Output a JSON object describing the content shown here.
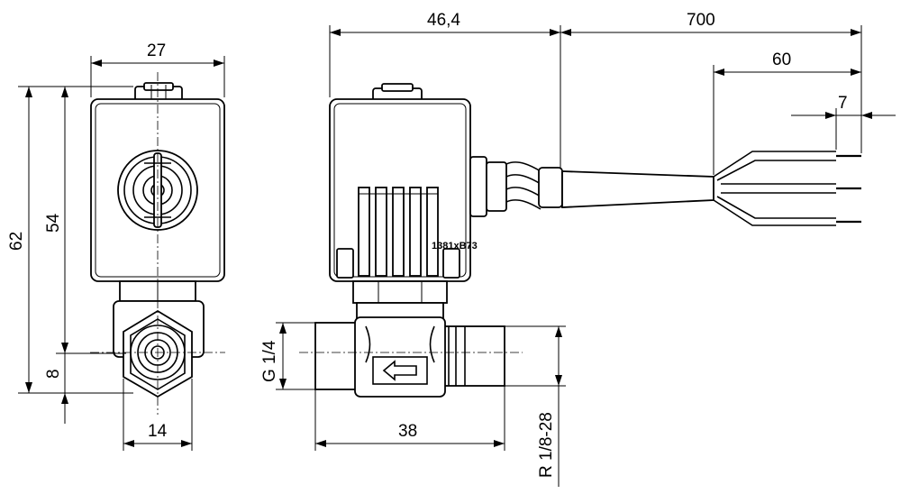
{
  "dimensions": {
    "front_width": "27",
    "front_height_total": "62",
    "front_height_coil": "54",
    "front_port_offset": "8",
    "front_hex_width": "14",
    "side_body_length": "46,4",
    "cable_length": "700",
    "wire_strip_length": "60",
    "wire_end_length": "7",
    "thread_inlet": "G 1/4",
    "port_length": "38",
    "thread_outlet": "R 1/8-28"
  },
  "labels": {
    "coil_marking": "1381xB73"
  },
  "colors": {
    "line": "#000000",
    "background": "#ffffff"
  }
}
